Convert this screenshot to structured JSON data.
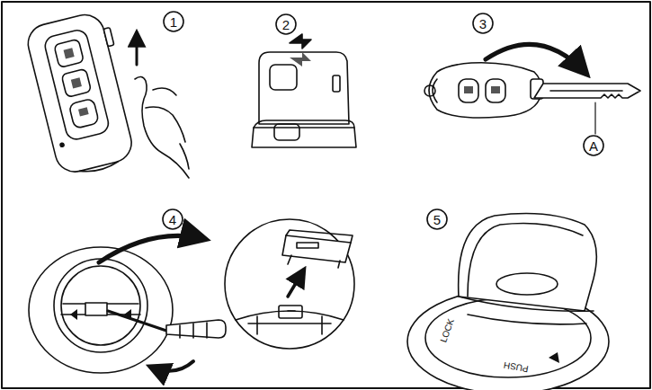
{
  "diagram": {
    "labels": [
      "1",
      "2",
      "3",
      "A",
      "4",
      "5",
      "PUSH",
      "LOCK"
    ]
  }
}
